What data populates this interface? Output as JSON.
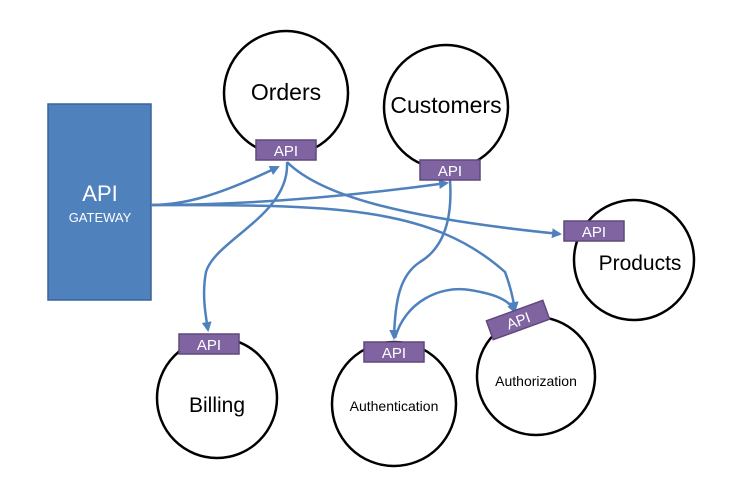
{
  "gateway": {
    "title": "API",
    "subtitle": "GATEWAY"
  },
  "api_badge_label": "API",
  "services": {
    "orders": "Orders",
    "customers": "Customers",
    "products": "Products",
    "billing": "Billing",
    "authentication": "Authentication",
    "authorization": "Authorization"
  },
  "colors": {
    "gateway_fill": "#4f81bd",
    "api_badge_fill": "#8064a2",
    "connector": "#4f81bd",
    "node_stroke": "#000000"
  }
}
